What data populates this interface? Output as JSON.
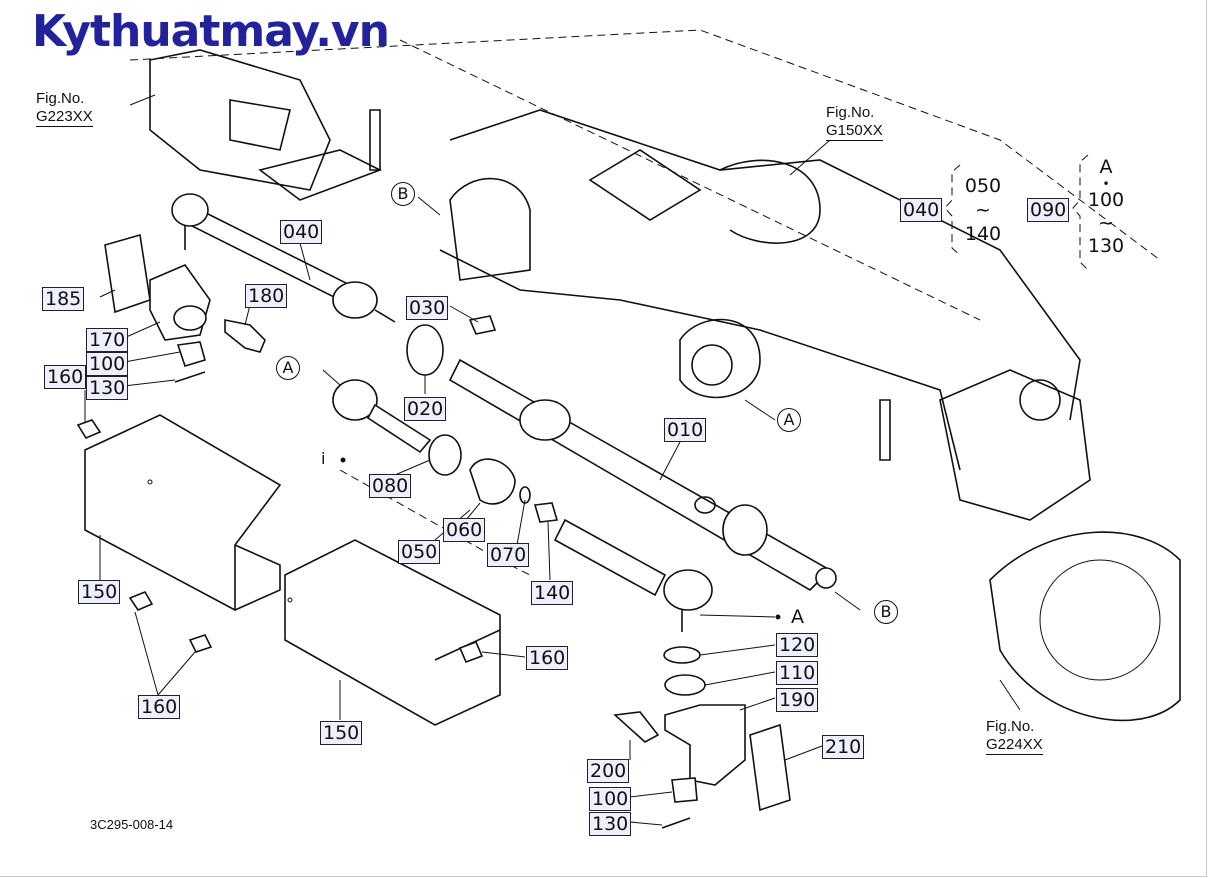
{
  "watermark": "Kythuatmay.vn",
  "figure_code": "3C295-008-14",
  "fig_refs": [
    {
      "top": "Fig.No.",
      "bottom": "G223XX"
    },
    {
      "top": "Fig.No.",
      "bottom": "G150XX"
    },
    {
      "top": "Fig.No.",
      "bottom": "G224XX"
    }
  ],
  "part_labels": [
    "040",
    "185",
    "180",
    "170",
    "100",
    "160",
    "130",
    "030",
    "020",
    "080",
    "060",
    "050",
    "070",
    "140",
    "010",
    "150",
    "160",
    "150",
    "160",
    "120",
    "110",
    "190",
    "210",
    "200",
    "100",
    "130"
  ],
  "callouts": [
    "B",
    "A",
    "A",
    "B",
    "A"
  ],
  "callout_a_text": "A",
  "legend": {
    "set1": {
      "code": "040",
      "from": "050",
      "tilde": "~",
      "to": "140"
    },
    "set2": {
      "code": "090",
      "head": "A",
      "dot": "•",
      "from": "100",
      "tilde": "~",
      "to": "130"
    }
  }
}
